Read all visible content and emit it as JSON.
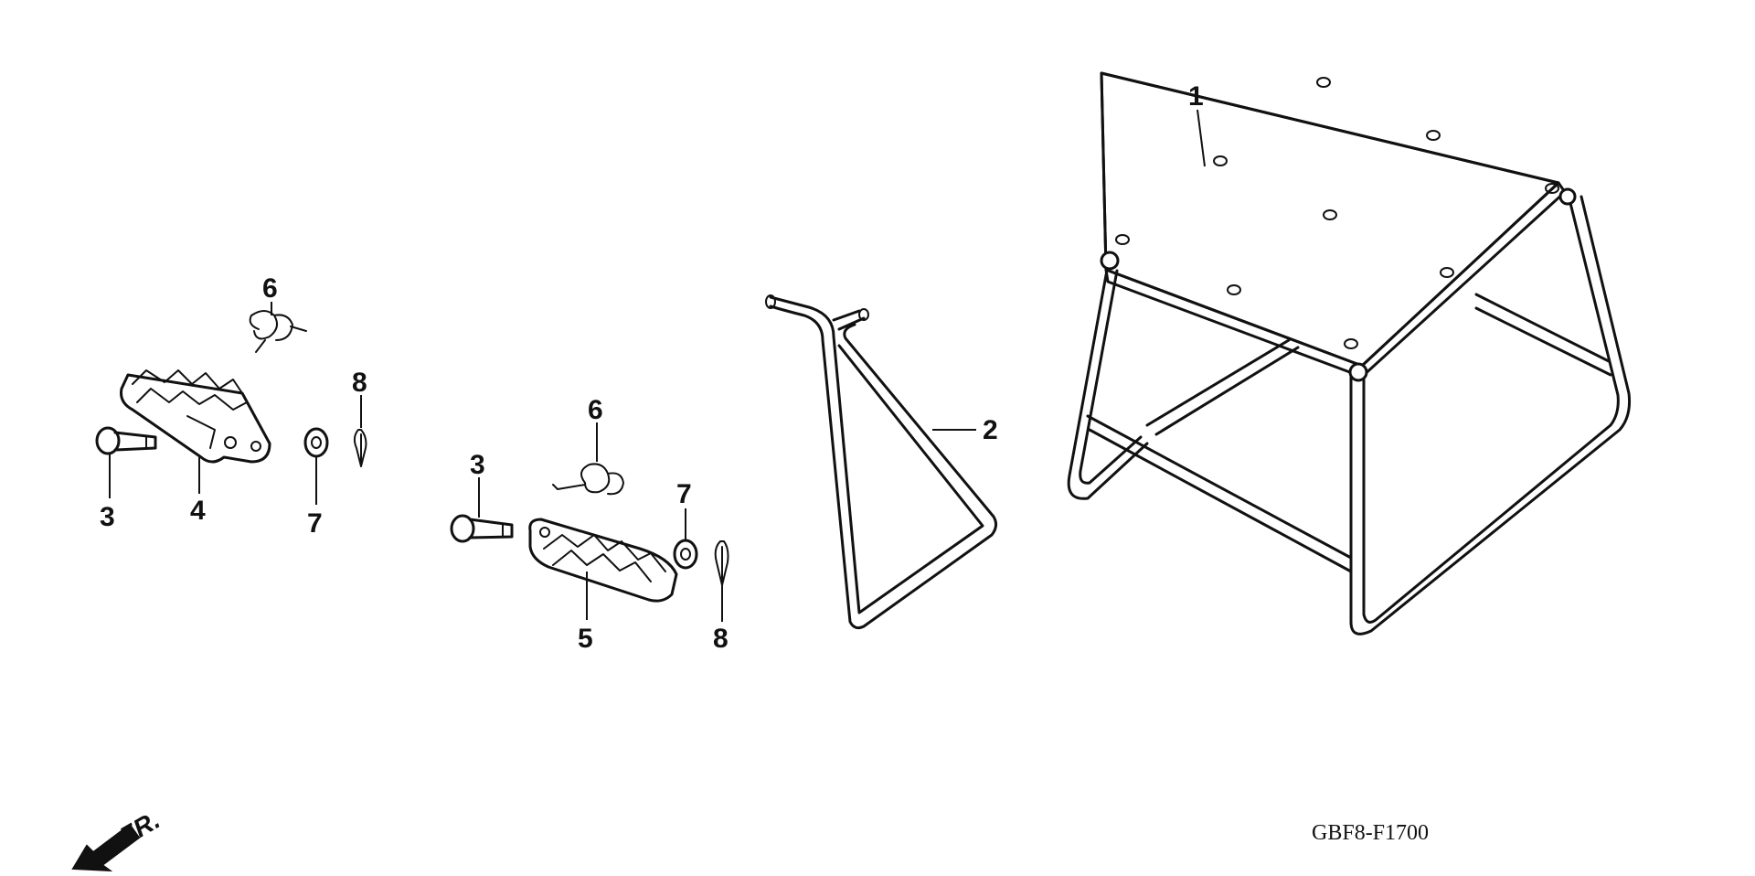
{
  "diagram": {
    "code": "GBF8-F1700",
    "direction_label": "FR.",
    "direction_icon": "arrow-front-icon",
    "callouts": [
      {
        "id": "c1",
        "num": "1"
      },
      {
        "id": "c2",
        "num": "2"
      },
      {
        "id": "c3a",
        "num": "3"
      },
      {
        "id": "c4",
        "num": "4"
      },
      {
        "id": "c6a",
        "num": "6"
      },
      {
        "id": "c7a",
        "num": "7"
      },
      {
        "id": "c8a",
        "num": "8"
      },
      {
        "id": "c3b",
        "num": "3"
      },
      {
        "id": "c6b",
        "num": "6"
      },
      {
        "id": "c7b",
        "num": "7"
      },
      {
        "id": "c5",
        "num": "5"
      },
      {
        "id": "c8b",
        "num": "8"
      }
    ]
  }
}
